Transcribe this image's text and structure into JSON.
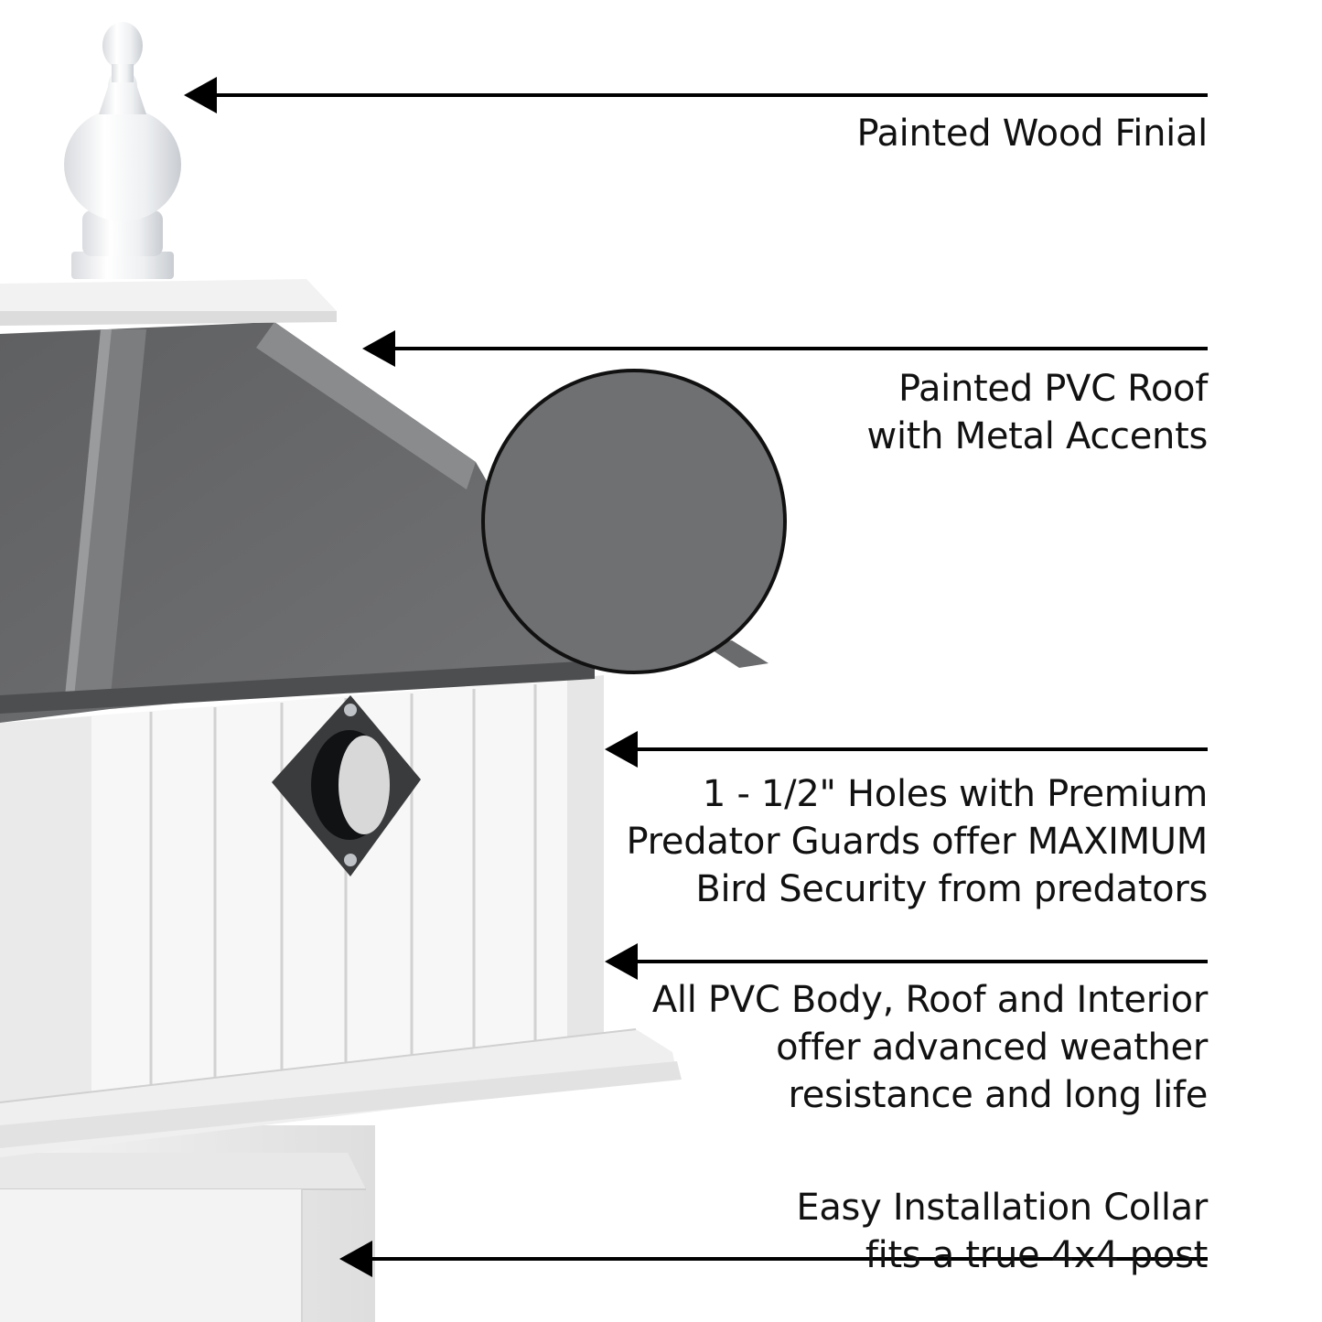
{
  "callouts": [
    {
      "lines": [
        "Painted Wood Finial"
      ]
    },
    {
      "lines": [
        "Painted PVC Roof",
        "with Metal Accents"
      ]
    },
    {
      "lines": [
        "1 - 1/2\" Holes with Premium",
        "Predator Guards offer MAXIMUM",
        "Bird Security from predators"
      ]
    },
    {
      "lines": [
        "All PVC Body, Roof and Interior",
        "offer advanced weather",
        "resistance and long life"
      ]
    },
    {
      "lines": [
        "Easy Installation Collar",
        "fits a true 4x4 post"
      ]
    }
  ],
  "colors": {
    "roof": "#6e6f71",
    "roof_swatch": "#6f7072",
    "body": "#f6f6f6",
    "guard": "#3a3b3d",
    "line": "#000000"
  },
  "parts": {
    "finial": "finial",
    "roof": "roof",
    "roof_color_swatch": "roof-color-swatch",
    "entrance_hole": "entrance-hole-with-predator-guard",
    "body": "birdhouse-body",
    "collar": "installation-collar"
  }
}
